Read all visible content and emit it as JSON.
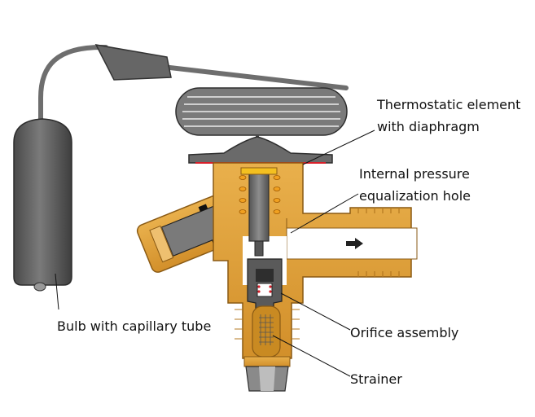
{
  "labels": {
    "thermostatic_line1": "Thermostatic element",
    "thermostatic_line2": "with diaphragm",
    "equalization_line1": "Internal pressure",
    "equalization_line2": "equalization hole",
    "bulb": "Bulb with capillary tube",
    "orifice": "Orifice assembly",
    "strainer": "Strainer"
  },
  "colors": {
    "brass": "#e0a23a",
    "brass_dark": "#a86e1c",
    "steel": "#6a6a6a",
    "steel_dark": "#3a3a3a",
    "bulb": "#5d5d5d",
    "diaphragm": "#d8202a",
    "spring": "#f0a020"
  },
  "icons": {
    "flow_arrow": "flow-arrow-icon"
  }
}
